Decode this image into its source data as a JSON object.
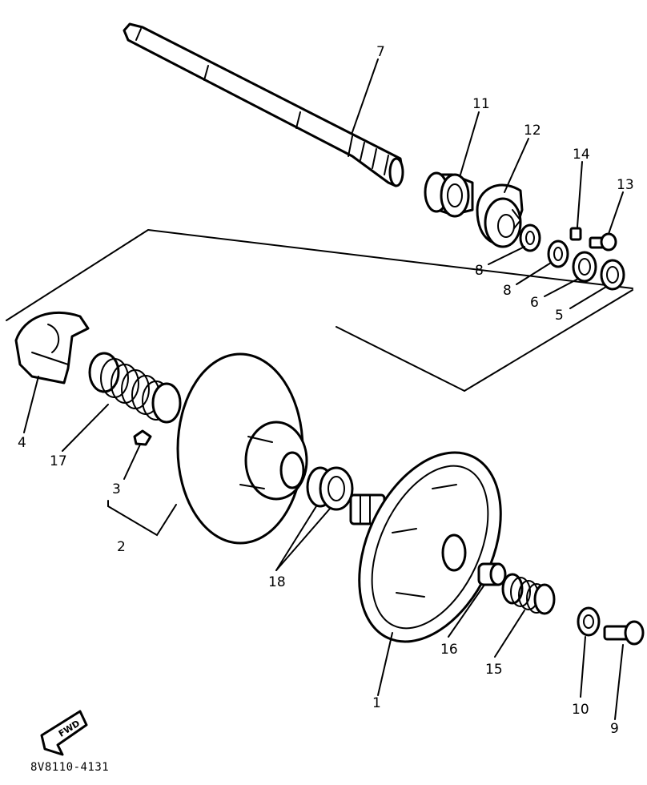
{
  "labels": {
    "p1": "1",
    "p2": "2",
    "p3": "3",
    "p4": "4",
    "p5": "5",
    "p6": "6",
    "p7": "7",
    "p8a": "8",
    "p8b": "8",
    "p9": "9",
    "p10": "10",
    "p11": "11",
    "p12": "12",
    "p13": "13",
    "p14": "14",
    "p15": "15",
    "p16": "16",
    "p17": "17",
    "p18": "18"
  },
  "direction_arrow": {
    "text": "FWD",
    "icon": "fwd-arrow-icon"
  },
  "catalog_code": "8V8110-4131"
}
